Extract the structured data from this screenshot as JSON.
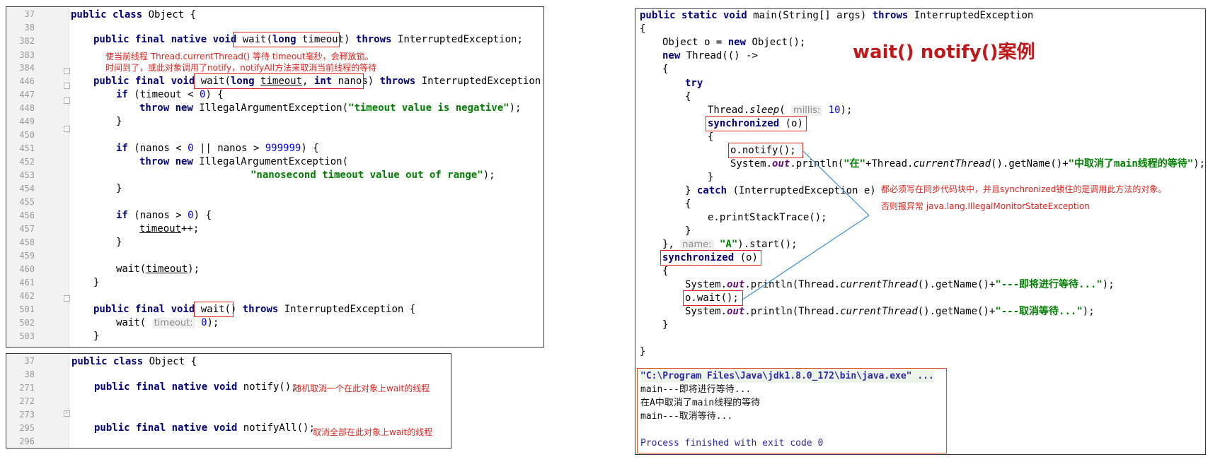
{
  "object_panel": {
    "lines": [
      {
        "num": "37",
        "text": "public class Object {"
      },
      {
        "num": "38",
        "text": ""
      },
      {
        "num": "382",
        "text": "public final native void wait(long timeout) throws InterruptedException;"
      },
      {
        "num": "383",
        "text": ""
      },
      {
        "num": "384",
        "text": ""
      },
      {
        "num": "446",
        "text": "public final void wait(long timeout, int nanos) throws InterruptedException {"
      },
      {
        "num": "447",
        "text": "if (timeout < 0) {"
      },
      {
        "num": "448",
        "text": "throw new IllegalArgumentException(\"timeout value is negative\");"
      },
      {
        "num": "449",
        "text": "}"
      },
      {
        "num": "450",
        "text": ""
      },
      {
        "num": "451",
        "text": "if (nanos < 0 || nanos > 999999) {"
      },
      {
        "num": "452",
        "text": "throw new IllegalArgumentException("
      },
      {
        "num": "453",
        "text": "\"nanosecond timeout value out of range\");"
      },
      {
        "num": "454",
        "text": "}"
      },
      {
        "num": "455",
        "text": ""
      },
      {
        "num": "456",
        "text": "if (nanos > 0) {"
      },
      {
        "num": "457",
        "text": "timeout++;"
      },
      {
        "num": "458",
        "text": "}"
      },
      {
        "num": "459",
        "text": ""
      },
      {
        "num": "460",
        "text": "wait(timeout);"
      },
      {
        "num": "461",
        "text": "}"
      },
      {
        "num": "462",
        "text": ""
      },
      {
        "num": "501",
        "text": "public final void wait() throws InterruptedException {"
      },
      {
        "num": "502",
        "text": "wait( timeout: 0);"
      },
      {
        "num": "503",
        "text": "}"
      }
    ],
    "annotation_1": "使当前线程 Thread.currentThread() 等待  timeout毫秒，会释放锁。",
    "annotation_2": "时间到了，或此对象调用了notify，notifyAll方法来取消当前线程的等待",
    "hint_timeout": "timeout:"
  },
  "notify_panel": {
    "lines": [
      {
        "num": "37",
        "text": "public class Object {"
      },
      {
        "num": "38",
        "text": ""
      },
      {
        "num": "271",
        "text": "public final native void notify();"
      },
      {
        "num": "272",
        "text": ""
      },
      {
        "num": "273",
        "text": ""
      },
      {
        "num": "295",
        "text": "public final native void notifyAll();"
      },
      {
        "num": "296",
        "text": ""
      }
    ],
    "annotation_notify": "随机取消一个在此对象上wait的线程",
    "annotation_notifyall": "取消全部在此对象上wait的线程"
  },
  "main_panel": {
    "title": "wait() notify()案例",
    "lines": [
      "public static void main(String[] args) throws InterruptedException",
      "{",
      "Object o = new Object();",
      "new Thread(() ->",
      "{",
      "try",
      "{",
      "Thread.sleep( millis: 10);",
      "synchronized (o)",
      "{",
      "o.notify();",
      "System.out.println(\"在\"+Thread.currentThread().getName()+\"中取消了main线程的等待\");",
      "}",
      "} catch (InterruptedException e)",
      "{",
      "e.printStackTrace();",
      "}",
      "}, name: \"A\").start();",
      "synchronized (o)",
      "{",
      "System.out.println(Thread.currentThread().getName()+\"---即将进行等待...\");",
      "o.wait();",
      "System.out.println(Thread.currentThread().getName()+\"---取消等待...\");",
      "}",
      "",
      "}"
    ],
    "hint_millis": "millis:",
    "hint_name": "name:",
    "annotation_1": "都必须写在同步代码块中，并且synchronized锁住的是调用此方法的对象。",
    "annotation_2": "否则报异常 java.lang.IllegalMonitorStateException"
  },
  "console": {
    "lines": [
      "\"C:\\Program Files\\Java\\jdk1.8.0_172\\bin\\java.exe\" ...",
      "main---即将进行等待...",
      "在A中取消了main线程的等待",
      "main---取消等待...",
      "",
      "Process finished with exit code 0"
    ]
  },
  "colors": {
    "keyword": "#000080",
    "string": "#008000",
    "number": "#0000ff",
    "highlight_box": "#e0231e",
    "title": "#c0191b",
    "console_border": "#d9531e"
  }
}
